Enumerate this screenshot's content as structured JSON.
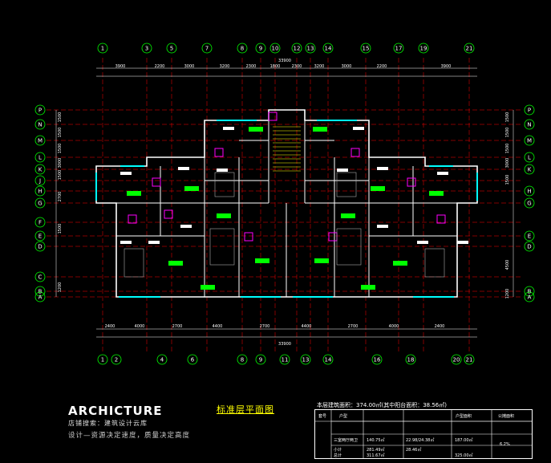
{
  "drawing": {
    "axes_top": [
      "1",
      "3",
      "5",
      "7",
      "8",
      "9",
      "10",
      "12",
      "13",
      "14",
      "15",
      "17",
      "19",
      "21"
    ],
    "axes_bottom": [
      "1",
      "2",
      "4",
      "6",
      "8",
      "9",
      "11",
      "13",
      "14",
      "16",
      "18",
      "20",
      "21"
    ],
    "axes_left": [
      "P",
      "N",
      "M",
      "L",
      "K",
      "J",
      "H",
      "G",
      "F",
      "E",
      "D",
      "C",
      "B",
      "A"
    ],
    "axes_right": [
      "P",
      "N",
      "M",
      "L",
      "K",
      "H",
      "G",
      "E",
      "D",
      "B",
      "A"
    ],
    "dim_top_total": "33900",
    "dim_bottom_total": "33900",
    "dims_top_row1": [
      "3900",
      "2200",
      "3000",
      "3200",
      "2300",
      "1800",
      "2300",
      "3200",
      "3000",
      "2200",
      "3900"
    ],
    "dims_bottom_row1": [
      "2400",
      "4000",
      "2700",
      "4400",
      "2700",
      "4400",
      "2700",
      "4000",
      "2400"
    ],
    "dims_left": [
      "1500",
      "1500",
      "1500",
      "3000",
      "1500",
      "2700",
      "1500",
      "1200"
    ],
    "dims_right": [
      "1500",
      "1500",
      "1500",
      "3000",
      "1500",
      "4500",
      "1200"
    ]
  },
  "footer": {
    "brand": "ARCHICTURE",
    "brand_line2": "店铺搜索：建筑设计云库",
    "slogan": "设计—资源决定速度，质量决定高度",
    "plan_title": "标准层平面图",
    "area_note": "本层建筑面积：374.00㎡(其中阳台面积：38.56㎡)",
    "table": {
      "header": [
        "套号",
        "户型",
        "",
        "",
        "户型面积",
        "",
        "公摊面积"
      ],
      "rows": [
        [
          "三室两厅两卫",
          "140.75㎡",
          "22.98/24.38㎡",
          "187.00㎡",
          "6.2%"
        ],
        [
          "小计",
          "281.49㎡",
          "28.46㎡"
        ],
        [
          "总计",
          "311.67㎡",
          "",
          "325.00㎡"
        ]
      ]
    }
  },
  "colors": {
    "axis_circle": "#00ff00",
    "dimension": "#ffffff",
    "wall": "#ffffff",
    "window": "#00ffff",
    "door": "#ff00ff",
    "axis_line": "#ff0000",
    "room_label": "#00ff00",
    "highlight": "#ffff00"
  }
}
